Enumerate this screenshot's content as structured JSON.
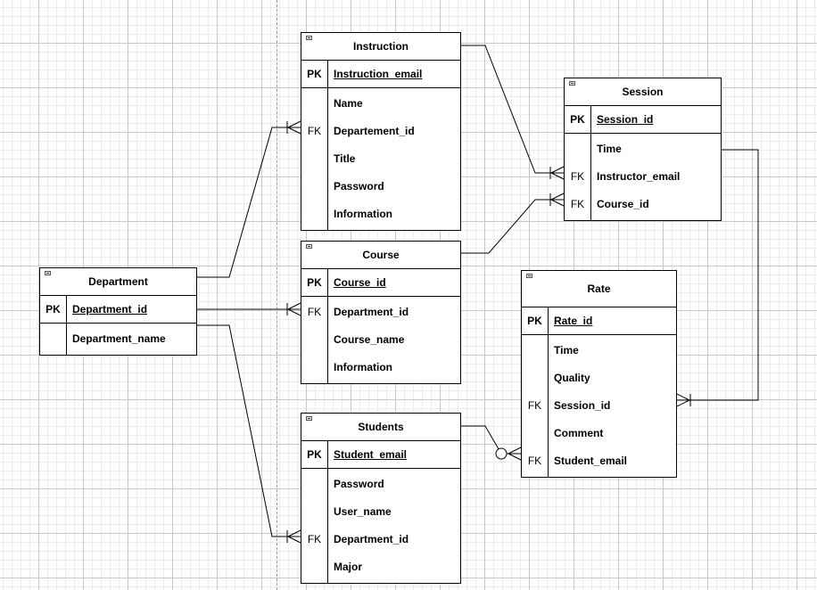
{
  "diagram": {
    "entities": [
      {
        "id": "instruction",
        "title": "Instruction",
        "primary_key": {
          "key": "PK",
          "name": "Instruction_email"
        },
        "fields": [
          {
            "key": "",
            "name": "Name"
          },
          {
            "key": "FK",
            "name": "Departement_id"
          },
          {
            "key": "",
            "name": "Title"
          },
          {
            "key": "",
            "name": "Password"
          },
          {
            "key": "",
            "name": "Information"
          }
        ]
      },
      {
        "id": "session",
        "title": "Session",
        "primary_key": {
          "key": "PK",
          "name": "Session_id"
        },
        "fields": [
          {
            "key": "",
            "name": "Time"
          },
          {
            "key": "FK",
            "name": "Instructor_email"
          },
          {
            "key": "FK",
            "name": "Course_id"
          }
        ]
      },
      {
        "id": "course",
        "title": "Course",
        "primary_key": {
          "key": "PK",
          "name": "Course_id"
        },
        "fields": [
          {
            "key": "FK",
            "name": "Department_id"
          },
          {
            "key": "",
            "name": "Course_name"
          },
          {
            "key": "",
            "name": "Information"
          }
        ]
      },
      {
        "id": "department",
        "title": "Department",
        "primary_key": {
          "key": "PK",
          "name": "Department_id"
        },
        "fields": [
          {
            "key": "",
            "name": "Department_name"
          }
        ]
      },
      {
        "id": "rate",
        "title": "Rate",
        "primary_key": {
          "key": "PK",
          "name": "Rate_id"
        },
        "fields": [
          {
            "key": "",
            "name": "Time"
          },
          {
            "key": "",
            "name": "Quality"
          },
          {
            "key": "FK",
            "name": "Session_id"
          },
          {
            "key": "",
            "name": "Comment"
          },
          {
            "key": "FK",
            "name": "Student_email"
          }
        ]
      },
      {
        "id": "students",
        "title": "Students",
        "primary_key": {
          "key": "PK",
          "name": "Student_email"
        },
        "fields": [
          {
            "key": "",
            "name": "Password"
          },
          {
            "key": "",
            "name": "User_name"
          },
          {
            "key": "FK",
            "name": "Department_id"
          },
          {
            "key": "",
            "name": "Major"
          }
        ]
      }
    ],
    "relationships": [
      {
        "from": "department",
        "to": "instruction",
        "to_cardinality": "one-or-many"
      },
      {
        "from": "department",
        "to": "course",
        "to_cardinality": "one-or-many"
      },
      {
        "from": "department",
        "to": "students",
        "to_cardinality": "one-or-many"
      },
      {
        "from": "instruction",
        "to": "session",
        "to_cardinality": "one-or-many"
      },
      {
        "from": "course",
        "to": "session",
        "to_cardinality": "one-or-many"
      },
      {
        "from": "session",
        "to": "rate",
        "to_cardinality": "one-or-many"
      },
      {
        "from": "students",
        "to": "rate",
        "to_cardinality": "zero-or-many"
      }
    ]
  }
}
